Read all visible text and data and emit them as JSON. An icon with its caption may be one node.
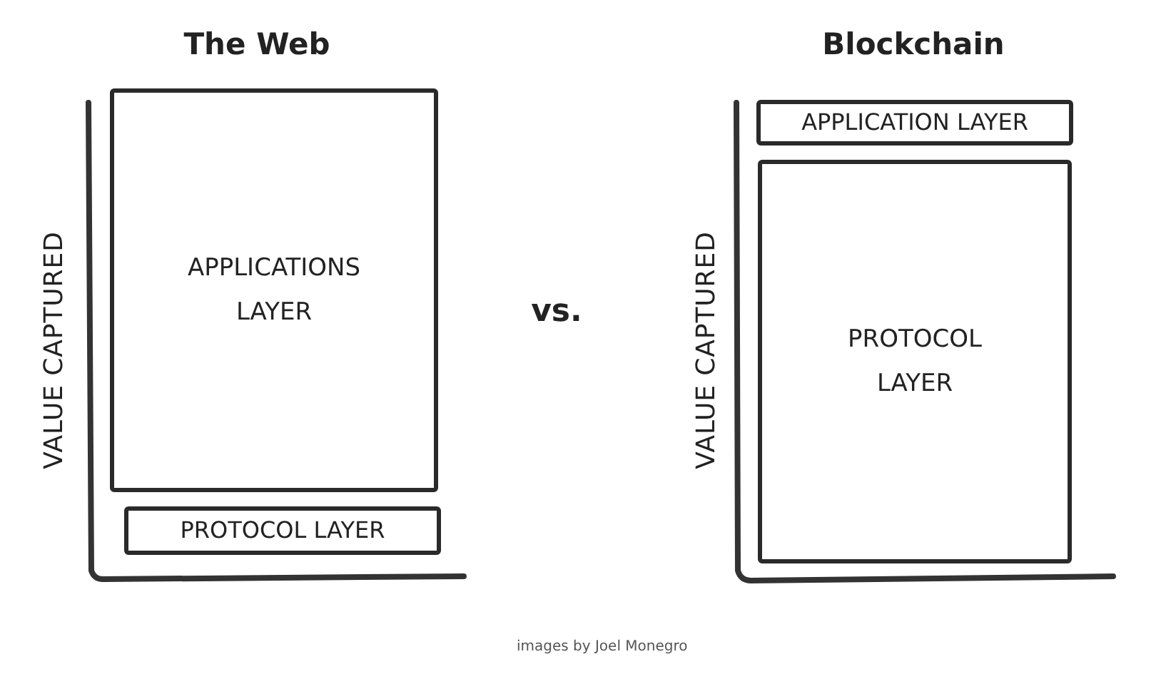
{
  "diagram": {
    "nodes": [
      {
        "text": [
          "APPLICATIONS LAYER"
        ]
      },
      {
        "text": [
          "PROTOCOL LAYER"
        ]
      },
      {
        "text": [
          "APPLICATION LAYER"
        ]
      },
      {
        "text": [
          "PROTOCOL LAYER"
        ]
      }
    ],
    "labels": [
      "The Web",
      "Blockchain",
      "VALUE CAPTURED",
      "vs.",
      "VALUE CAPTURED",
      "images by Joel Monegro"
    ]
  }
}
